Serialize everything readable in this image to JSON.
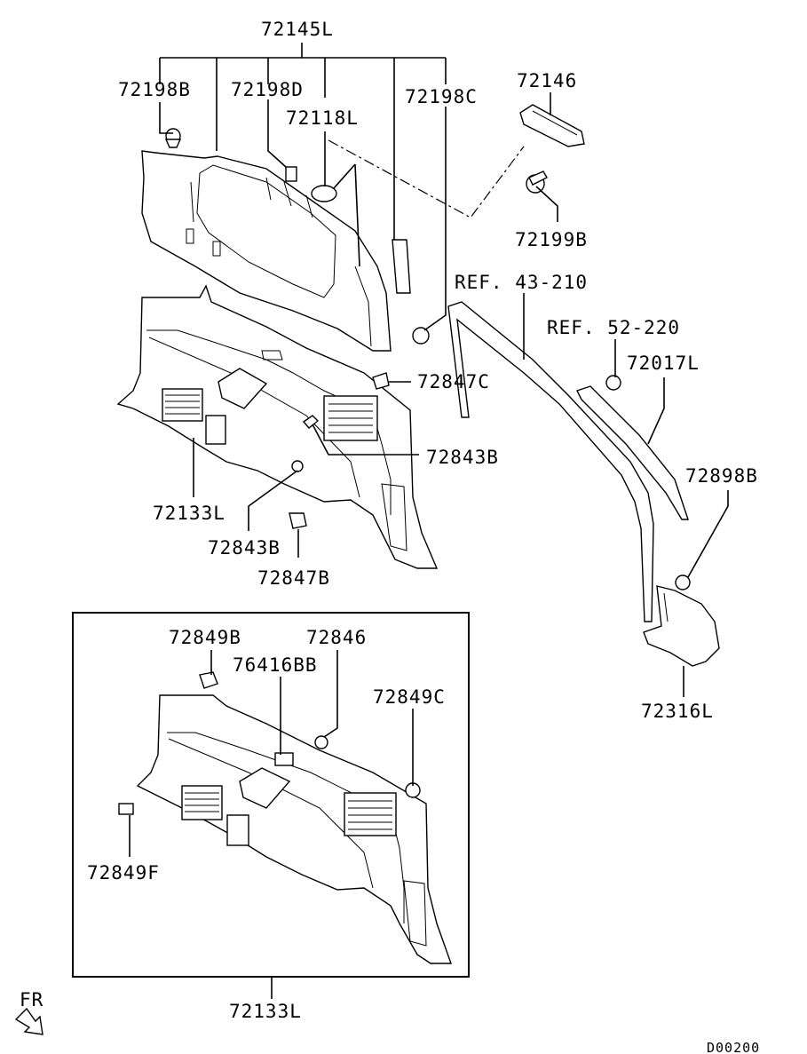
{
  "labels": {
    "l72145L": "72145L",
    "l72198B": "72198B",
    "l72198D": "72198D",
    "l72198C": "72198C",
    "l72118L": "72118L",
    "l72146": "72146",
    "l72199B": "72199B",
    "ref43": "REF. 43-210",
    "ref52": "REF. 52-220",
    "l72017L": "72017L",
    "l72847C": "72847C",
    "l72843B_a": "72843B",
    "l72898B": "72898B",
    "l72133L_a": "72133L",
    "l72843B_b": "72843B",
    "l72847B": "72847B",
    "l72316L": "72316L",
    "l72849B": "72849B",
    "l72846": "72846",
    "l76416BB": "76416BB",
    "l72849C": "72849C",
    "l72849F": "72849F",
    "l72133L_b": "72133L",
    "fr": "FR",
    "code": "D00200"
  }
}
